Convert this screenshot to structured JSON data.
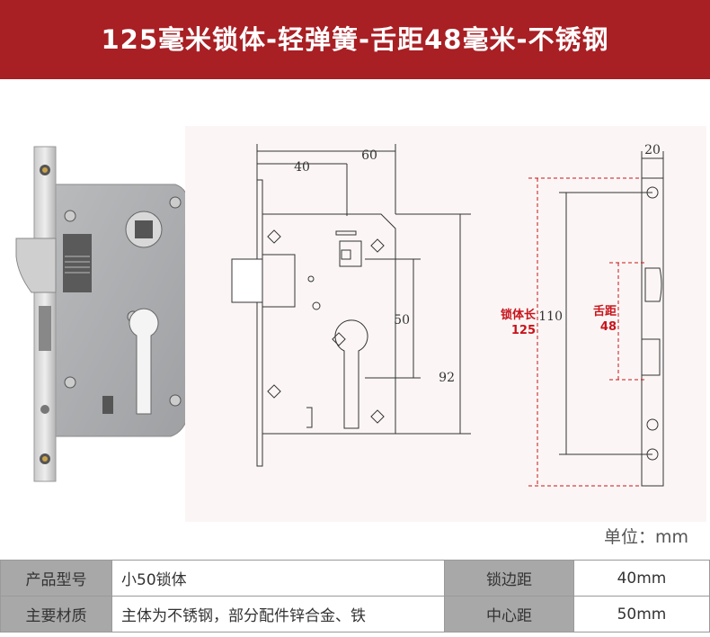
{
  "banner": {
    "title": "125毫米锁体-轻弹簧-舌距48毫米-不锈钢"
  },
  "drawing": {
    "dim_40": "40",
    "dim_60": "60",
    "dim_50": "50",
    "dim_92": "92",
    "dim_20": "20",
    "dim_110": "110",
    "body_length_label": "锁体长",
    "body_length_value": "125",
    "tongue_dist_label": "舌距",
    "tongue_dist_value": "48"
  },
  "unit_note": "单位：mm",
  "spec_table": {
    "rows": [
      {
        "label1": "产品型号",
        "value1": "小50锁体",
        "label2": "锁边距",
        "value2": "40mm"
      },
      {
        "label1": "主要材质",
        "value1": "主体为不锈钢，部分配件锌合金、铁",
        "label2": "中心距",
        "value2": "50mm"
      }
    ]
  },
  "colors": {
    "banner": "#a81f24",
    "accent_red": "#c8141c",
    "label_cell": "#a8a8a8"
  }
}
